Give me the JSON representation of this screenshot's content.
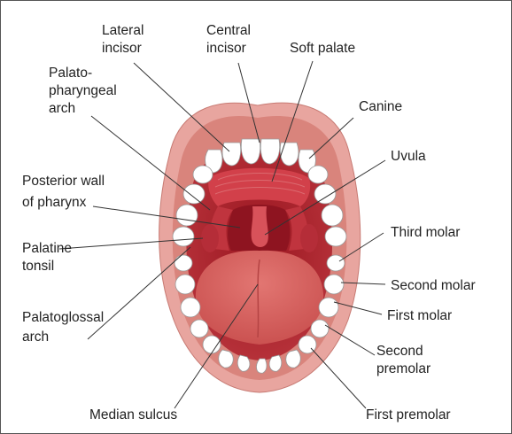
{
  "labels": {
    "lateral_incisor": [
      "Lateral",
      "incisor"
    ],
    "central_incisor": [
      "Central",
      "incisor"
    ],
    "soft_palate": [
      "Soft palate"
    ],
    "palatopharyngeal_arch": [
      "Palato-",
      "pharyngeal",
      "arch"
    ],
    "canine": [
      "Canine"
    ],
    "uvula": [
      "Uvula"
    ],
    "posterior_wall": [
      "Posterior wall",
      "of pharynx"
    ],
    "third_molar": [
      "Third molar"
    ],
    "palatine_tonsil": [
      "Palatine",
      "tonsil"
    ],
    "second_molar": [
      "Second molar"
    ],
    "first_molar": [
      "First molar"
    ],
    "palatoglossal_arch": [
      "Palatoglossal",
      "arch"
    ],
    "second_premolar": [
      "Second",
      "premolar"
    ],
    "median_sulcus": [
      "Median sulcus"
    ],
    "first_premolar": [
      "First premolar"
    ]
  },
  "colors": {
    "lip_outer": "#e8a59f",
    "lip_inner": "#d9847c",
    "mouth_cavity": "#a8202c",
    "palate": "#d2404a",
    "tongue": "#d96560",
    "teeth": "#ffffff"
  }
}
